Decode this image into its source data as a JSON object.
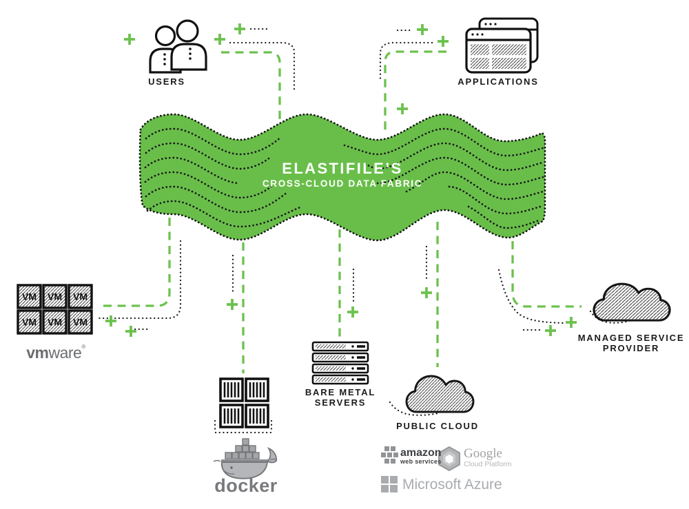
{
  "fabric": {
    "title": "ELASTIFILE’S",
    "subtitle": "CROSS-CLOUD DATA FABRIC",
    "band_color": "#69BE4A",
    "line_color": "#6CC14E"
  },
  "nodes": {
    "users": {
      "label": "USERS",
      "icon": "two-people-icon"
    },
    "applications": {
      "label": "APPLICATIONS",
      "icon": "browser-windows-icon"
    },
    "vmware": {
      "vm_box": "VM",
      "logo_bold": "vm",
      "logo_light": "ware",
      "logo_mark": "®",
      "icon": "vm-grid-icon"
    },
    "docker": {
      "logo": "docker",
      "icon": "container-grid-icon"
    },
    "bare_metal": {
      "line1": "BARE METAL",
      "line2": "SERVERS",
      "icon": "server-stack-icon"
    },
    "public_cloud": {
      "label": "PUBLIC CLOUD",
      "icon": "cloud-icon"
    },
    "msp": {
      "line1": "MANAGED SERVICE",
      "line2": "PROVIDER",
      "icon": "cloud-icon"
    }
  },
  "providers": {
    "aws": {
      "name": "amazon",
      "sub": "web services"
    },
    "google": {
      "name": "Google",
      "sub": "Cloud Platform"
    },
    "azure": {
      "name": "Microsoft Azure"
    }
  }
}
